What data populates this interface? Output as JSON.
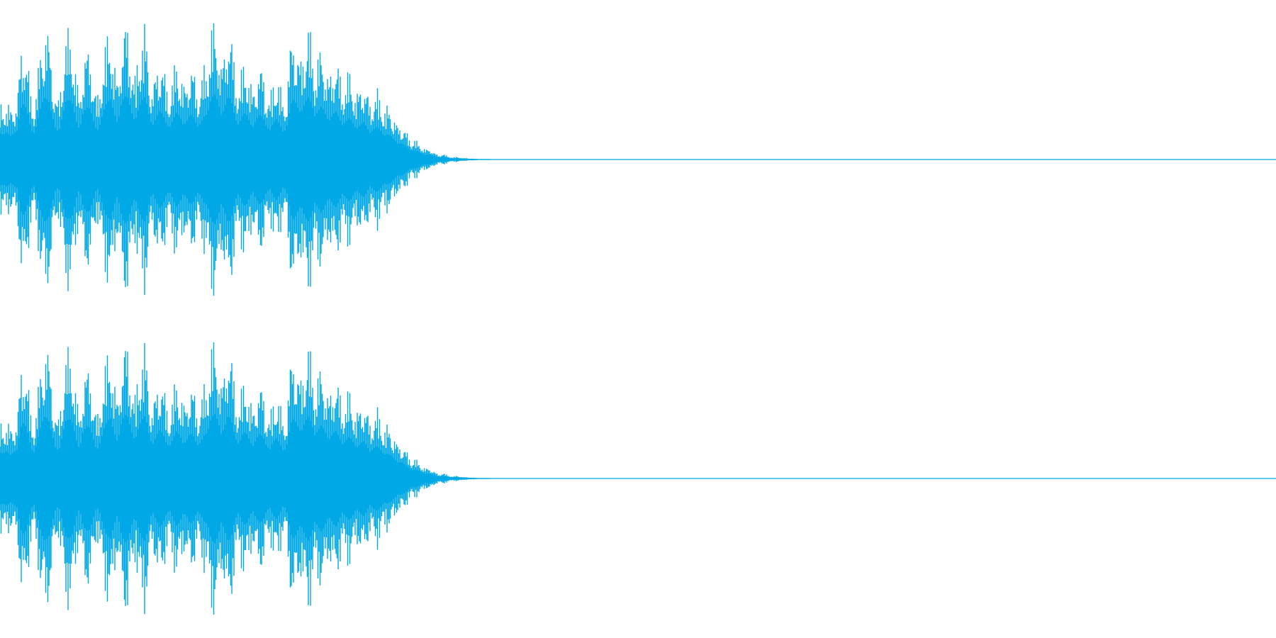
{
  "waveform": {
    "color": "#00a9e6",
    "channels": [
      {
        "channel": "left",
        "peaks": [
          0.4,
          0.38,
          0.42,
          0.36,
          0.4,
          0.44,
          0.78,
          0.86,
          0.7,
          0.45,
          0.4,
          0.62,
          0.85,
          0.95,
          0.9,
          0.7,
          0.48,
          0.42,
          0.65,
          0.88,
          0.92,
          0.85,
          0.6,
          0.45,
          0.7,
          0.8,
          0.78,
          0.6,
          0.42,
          0.55,
          0.75,
          0.88,
          0.92,
          0.7,
          0.55,
          0.82,
          0.98,
          0.94,
          0.72,
          0.58,
          0.76,
          0.9,
          0.96,
          0.7,
          0.5,
          0.62,
          0.74,
          0.7,
          0.55,
          0.48,
          0.6,
          0.72,
          0.66,
          0.52,
          0.58,
          0.7,
          0.64,
          0.5,
          0.55,
          0.66,
          0.7,
          0.92,
          1.0,
          0.88,
          0.66,
          0.8,
          0.98,
          0.86,
          0.62,
          0.52,
          0.66,
          0.72,
          0.6,
          0.48,
          0.6,
          0.68,
          0.64,
          0.5,
          0.44,
          0.56,
          0.62,
          0.52,
          0.4,
          0.52,
          0.84,
          0.92,
          0.8,
          0.7,
          0.84,
          0.96,
          0.86,
          0.66,
          0.74,
          0.82,
          0.7,
          0.58,
          0.66,
          0.74,
          0.64,
          0.52,
          0.58,
          0.64,
          0.56,
          0.46,
          0.52,
          0.58,
          0.5,
          0.4,
          0.46,
          0.5,
          0.44,
          0.36,
          0.38,
          0.36,
          0.3,
          0.24,
          0.25,
          0.22,
          0.17,
          0.13,
          0.14,
          0.12,
          0.09,
          0.07,
          0.08,
          0.06,
          0.04,
          0.03,
          0.04,
          0.03,
          0.02,
          0.015,
          0.02,
          0.015,
          0.01,
          0.01,
          0.008,
          0.006,
          0.005,
          0.004,
          0.003,
          0.002,
          0.0
        ]
      },
      {
        "channel": "right",
        "peaks": [
          0.4,
          0.38,
          0.42,
          0.36,
          0.4,
          0.44,
          0.78,
          0.86,
          0.7,
          0.45,
          0.4,
          0.62,
          0.85,
          0.95,
          0.9,
          0.7,
          0.48,
          0.42,
          0.65,
          0.88,
          0.92,
          0.85,
          0.6,
          0.45,
          0.7,
          0.8,
          0.78,
          0.6,
          0.42,
          0.55,
          0.75,
          0.88,
          0.92,
          0.7,
          0.55,
          0.82,
          0.98,
          0.94,
          0.72,
          0.58,
          0.76,
          0.9,
          0.96,
          0.7,
          0.5,
          0.62,
          0.74,
          0.7,
          0.55,
          0.48,
          0.6,
          0.72,
          0.66,
          0.52,
          0.58,
          0.7,
          0.64,
          0.5,
          0.55,
          0.66,
          0.7,
          0.92,
          1.0,
          0.88,
          0.66,
          0.8,
          0.98,
          0.86,
          0.62,
          0.52,
          0.66,
          0.72,
          0.6,
          0.48,
          0.6,
          0.68,
          0.64,
          0.5,
          0.44,
          0.56,
          0.62,
          0.52,
          0.4,
          0.52,
          0.84,
          0.92,
          0.8,
          0.7,
          0.84,
          0.96,
          0.86,
          0.66,
          0.74,
          0.82,
          0.7,
          0.58,
          0.66,
          0.74,
          0.64,
          0.52,
          0.58,
          0.64,
          0.56,
          0.46,
          0.52,
          0.58,
          0.5,
          0.4,
          0.46,
          0.5,
          0.44,
          0.36,
          0.38,
          0.36,
          0.3,
          0.24,
          0.25,
          0.22,
          0.17,
          0.13,
          0.14,
          0.12,
          0.09,
          0.07,
          0.08,
          0.06,
          0.04,
          0.03,
          0.04,
          0.03,
          0.02,
          0.015,
          0.02,
          0.015,
          0.01,
          0.01,
          0.008,
          0.006,
          0.005,
          0.004,
          0.003,
          0.002,
          0.0
        ]
      }
    ],
    "active_fraction": 0.385
  }
}
